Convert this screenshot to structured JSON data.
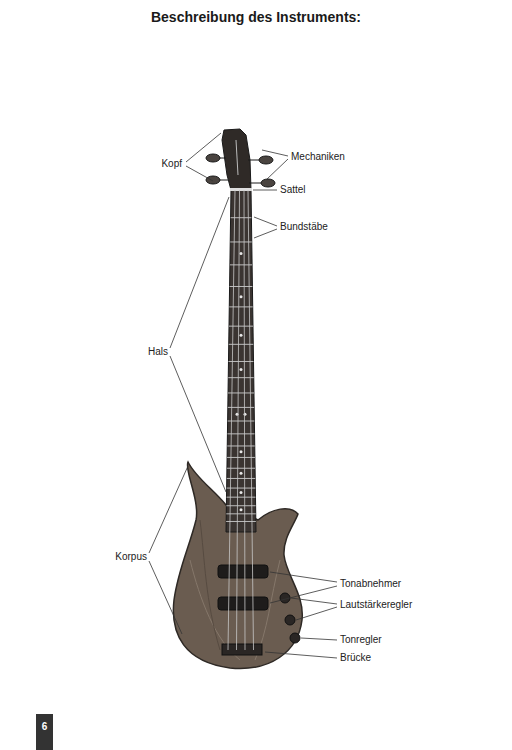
{
  "diagram": {
    "title": "Beschreibung des Instruments:",
    "nodes": [
      {
        "text": [
          "6"
        ]
      }
    ],
    "labels": [
      "Kopf",
      "Mechaniken",
      "Sattel",
      "Bundstäbe",
      "Hals",
      "Korpus",
      "Tonabnehmer",
      "Lautstärkeregler",
      "Tonregler",
      "Brücke"
    ]
  }
}
